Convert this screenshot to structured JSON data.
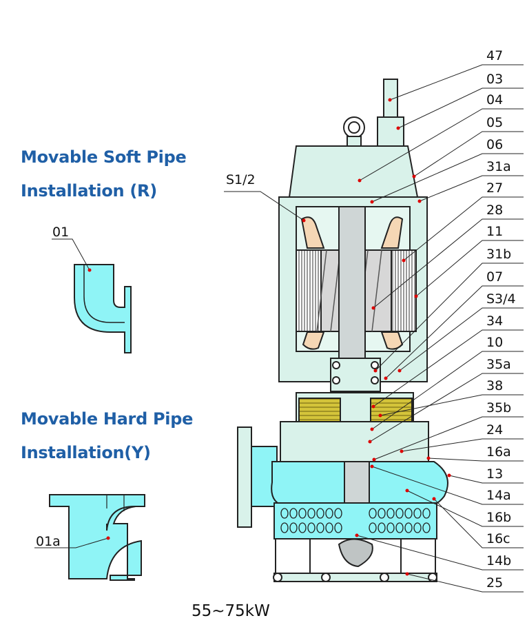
{
  "soft_pipe": {
    "line1": "Movable Soft Pipe",
    "line2": "Installation (R)",
    "part": "01"
  },
  "hard_pipe": {
    "line1": "Movable Hard Pipe",
    "line2": "Installation(Y)",
    "part": "01a"
  },
  "left_label": "S1/2",
  "callouts": [
    "47",
    "03",
    "04",
    "05",
    "06",
    "31a",
    "27",
    "28",
    "11",
    "31b",
    "07",
    "S3/4",
    "34",
    "10",
    "35a",
    "38",
    "35b",
    "24",
    "16a",
    "13",
    "14a",
    "16b",
    "16c",
    "14b",
    "25"
  ],
  "caption": "55~75kW",
  "colors": {
    "title": "#1f5fa6",
    "water": "#8ff4f6",
    "body_fill": "#d9f2ea",
    "outline": "#222222"
  }
}
